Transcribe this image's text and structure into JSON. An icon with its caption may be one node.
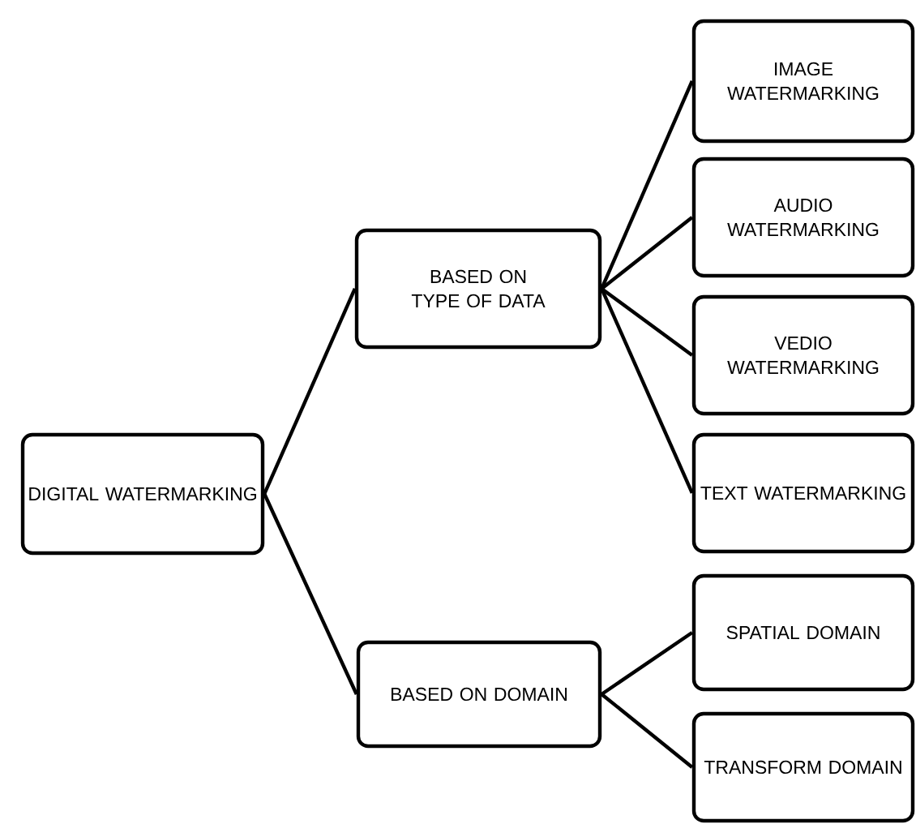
{
  "diagram": {
    "nodes": [
      {
        "text": [
          "DIGITAL WATERMARKING"
        ]
      },
      {
        "text": [
          "BASED ON TYPE OF DATA"
        ]
      },
      {
        "text": [
          "BASED ON DOMAIN"
        ]
      },
      {
        "text": [
          "IMAGE WATERMARKING"
        ]
      },
      {
        "text": [
          "AUDIO WATERMARKING"
        ]
      },
      {
        "text": [
          "VEDIO WATERMARKING"
        ]
      },
      {
        "text": [
          "TEXT WATERMARKING"
        ]
      },
      {
        "text": [
          "SPATIAL DOMAIN"
        ]
      },
      {
        "text": [
          "TRANSFORM DOMAIN"
        ]
      }
    ],
    "edges": [
      {
        "from": 0,
        "to": 1,
        "arrow": "none"
      },
      {
        "from": 0,
        "to": 2,
        "arrow": "none"
      },
      {
        "from": 1,
        "to": 3,
        "arrow": "none"
      },
      {
        "from": 1,
        "to": 4,
        "arrow": "none"
      },
      {
        "from": 1,
        "to": 5,
        "arrow": "none"
      },
      {
        "from": 1,
        "to": 6,
        "arrow": "none"
      },
      {
        "from": 2,
        "to": 7,
        "arrow": "none"
      },
      {
        "from": 2,
        "to": 8,
        "arrow": "none"
      }
    ]
  }
}
